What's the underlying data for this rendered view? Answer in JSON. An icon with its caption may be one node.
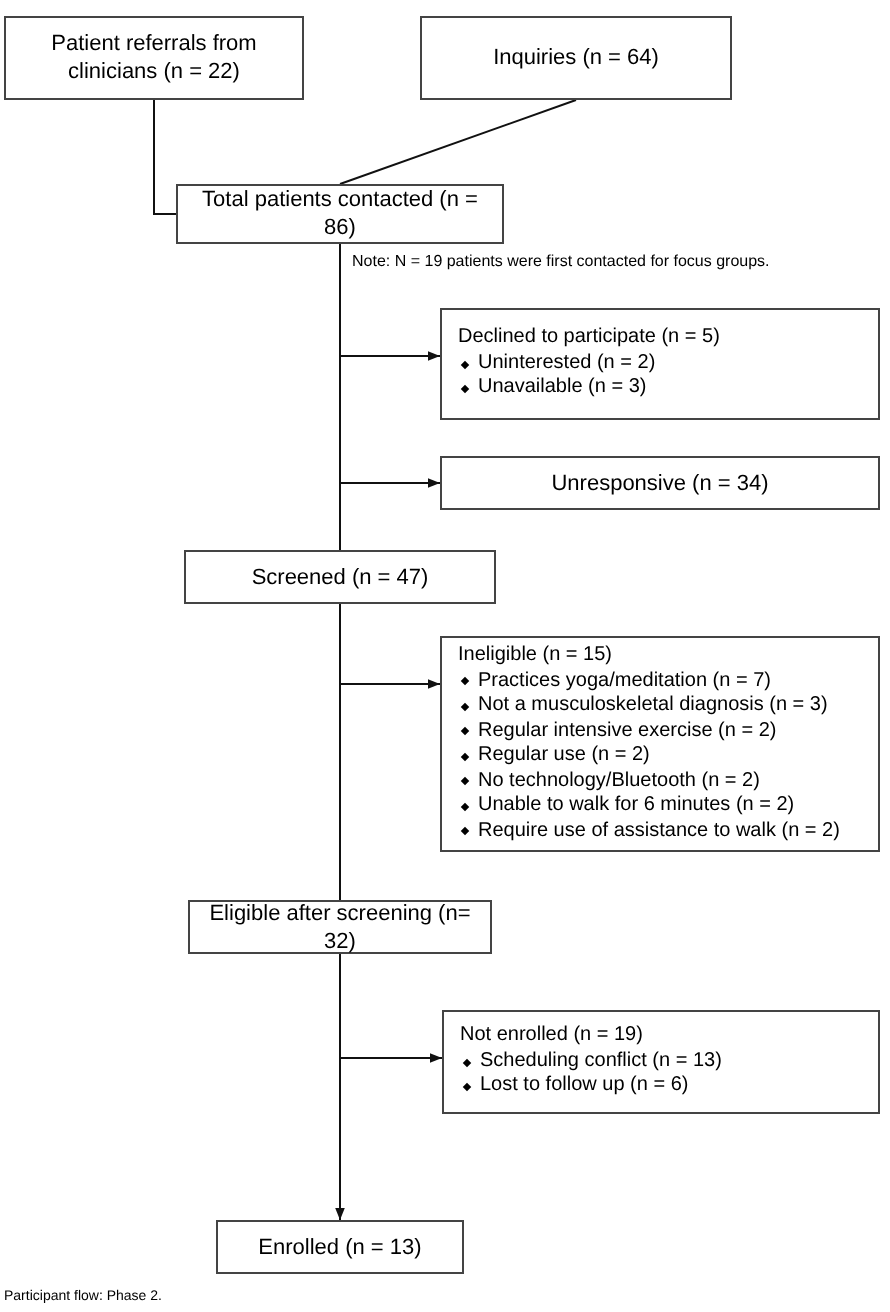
{
  "diagram": {
    "caption": "Participant flow: Phase 2.",
    "nodes": [
      {
        "text": [
          "Patient referrals from clinicians (n = 22)"
        ]
      },
      {
        "text": [
          "Inquiries (n = 64)"
        ]
      },
      {
        "text": [
          "Total patients contacted (n = 86)"
        ]
      },
      {
        "text": [
          "Declined to participate (n = 5)",
          "Uninterested (n = 2)",
          "Unavailable (n = 3)"
        ]
      },
      {
        "text": [
          "Unresponsive (n = 34)"
        ]
      },
      {
        "text": [
          "Screened (n = 47)"
        ]
      },
      {
        "text": [
          "Ineligible (n = 15)",
          "Practices yoga/meditation (n = 7)",
          "Not a musculoskeletal diagnosis (n = 3)",
          "Regular intensive exercise (n = 2)",
          "Regular use (n = 2)",
          "No technology/Bluetooth (n = 2)",
          "Unable to walk for 6 minutes (n = 2)",
          "Require use of assistance to walk (n = 2)"
        ]
      },
      {
        "text": [
          "Eligible after screening (n= 32)"
        ]
      },
      {
        "text": [
          "Not enrolled (n = 19)",
          "Scheduling conflict (n = 13)",
          "Lost to follow up (n = 6)"
        ]
      },
      {
        "text": [
          "Enrolled (n = 13)"
        ]
      }
    ],
    "edges": [
      {
        "from": 0,
        "to": 2,
        "arrow": "none"
      },
      {
        "from": 1,
        "to": 2,
        "arrow": "none"
      },
      {
        "from": 2,
        "to": 3,
        "arrow": "to"
      },
      {
        "from": 2,
        "to": 4,
        "arrow": "to"
      },
      {
        "from": 2,
        "to": 5,
        "arrow": "none"
      },
      {
        "from": 5,
        "to": 6,
        "arrow": "to"
      },
      {
        "from": 5,
        "to": 7,
        "arrow": "none"
      },
      {
        "from": 7,
        "to": 8,
        "arrow": "to"
      },
      {
        "from": 7,
        "to": 9,
        "arrow": "to"
      }
    ],
    "labels": [
      "Note: N = 19 patients were first contacted for focus groups."
    ]
  }
}
